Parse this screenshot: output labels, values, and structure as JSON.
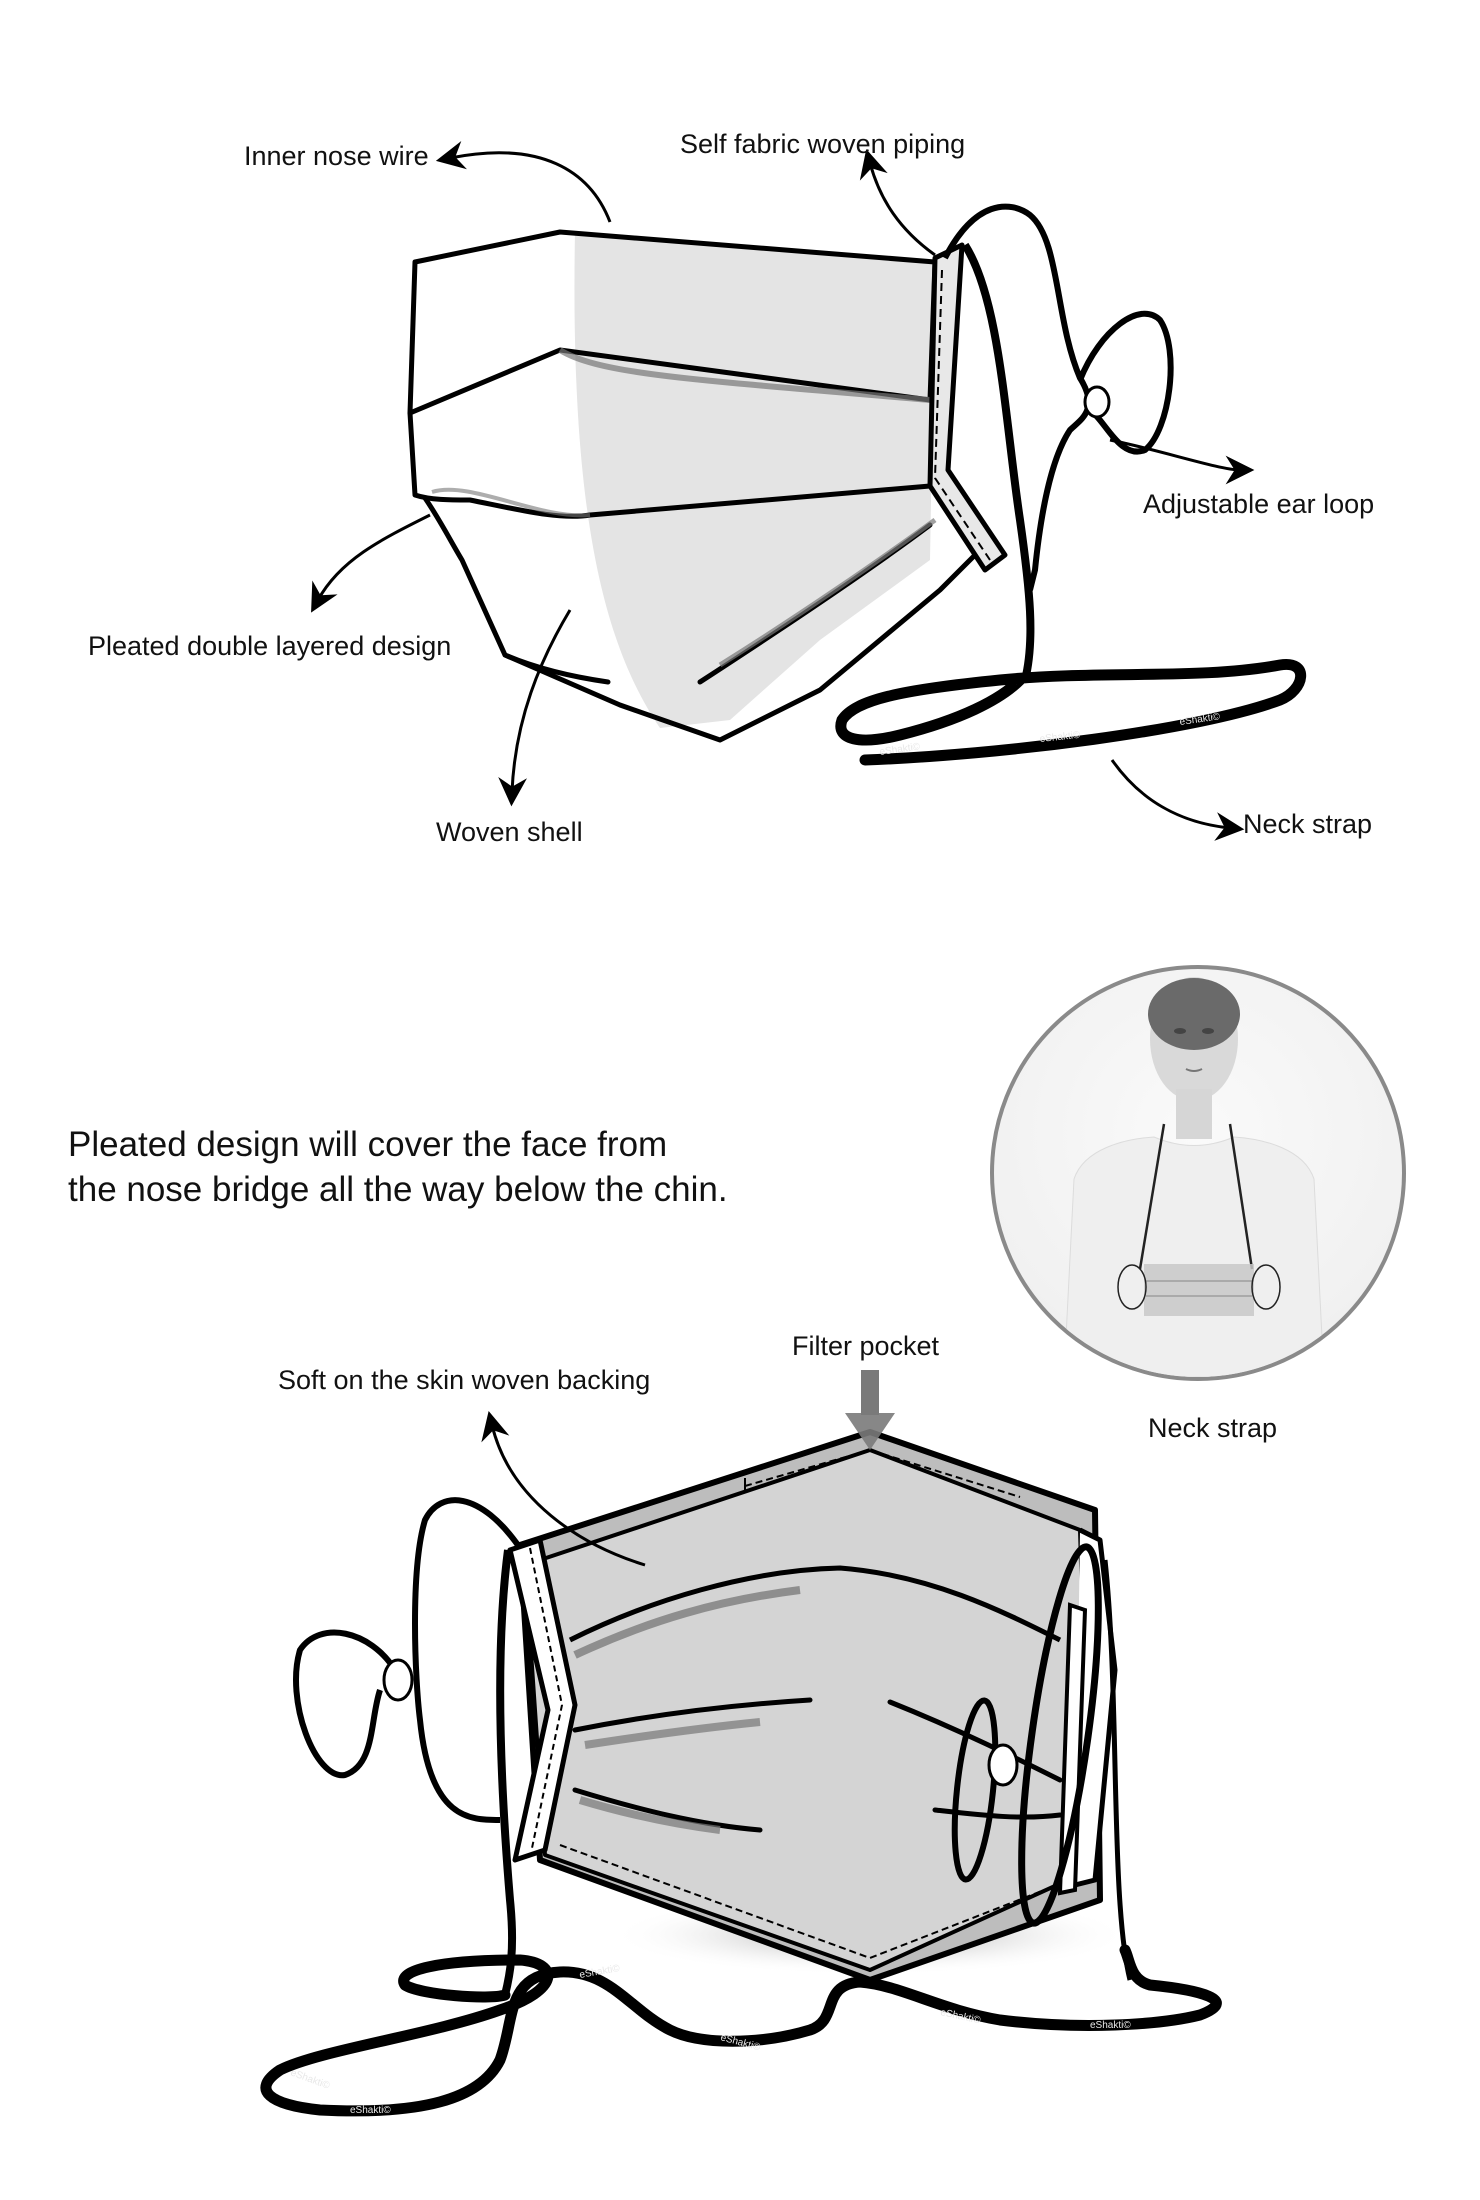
{
  "top_diagram": {
    "labels": {
      "inner_nose_wire": "Inner nose wire",
      "self_fabric_piping": "Self fabric woven piping",
      "adjustable_ear_loop": "Adjustable ear loop",
      "pleated_double_layered": "Pleated double layered design",
      "woven_shell": "Woven shell",
      "neck_strap": "Neck strap"
    }
  },
  "headline": {
    "line1": "Pleated design will cover the face from",
    "line2": "the nose bridge all the way below the chin."
  },
  "photo": {
    "caption": "Neck strap",
    "description": "woman-wearing-mask-on-neck-strap"
  },
  "bottom_diagram": {
    "labels": {
      "soft_backing": "Soft on the skin woven backing",
      "filter_pocket": "Filter pocket"
    }
  },
  "strap_brand": "eShakti©",
  "colors": {
    "outline": "#000000",
    "mask_shade": "#e4e4e4",
    "mask_fill_back": "#d4d4d4",
    "pleat_shadow": "#777777",
    "filter_arrow": "#7a7a7a",
    "photo_border": "#8a8a8a"
  }
}
